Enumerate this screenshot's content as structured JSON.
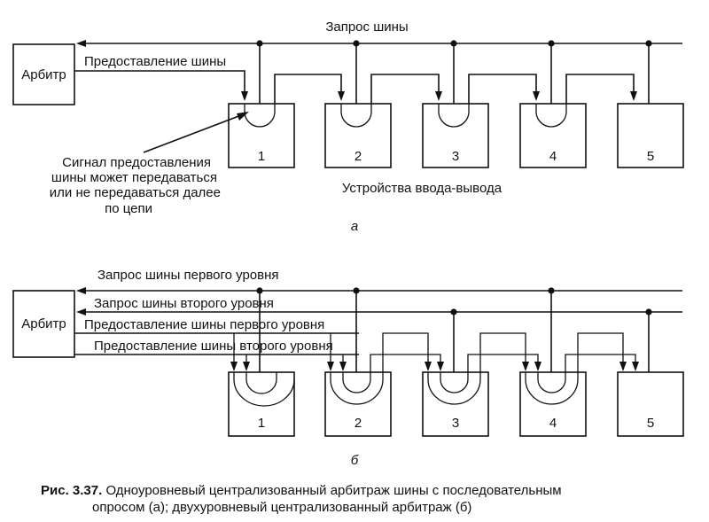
{
  "diagram_a": {
    "arbiter_label": "Арбитр",
    "bus_request_label": "Запрос шины",
    "bus_grant_label": "Предоставление шины",
    "note_lines": [
      "Сигнал предоставления",
      "шины может передаваться",
      "или не передаваться далее",
      "по цепи"
    ],
    "io_devices_label": "Устройства ввода-вывода",
    "sub_label": "а",
    "devices": [
      "1",
      "2",
      "3",
      "4",
      "5"
    ]
  },
  "diagram_b": {
    "arbiter_label": "Арбитр",
    "request_level1_label": "Запрос шины первого уровня",
    "request_level2_label": "Запрос шины второго уровня",
    "grant_level1_label": "Предоставление шины первого уровня",
    "grant_level2_label": "Предоставление шины второго уровня",
    "sub_label": "б",
    "devices": [
      "1",
      "2",
      "3",
      "4",
      "5"
    ]
  },
  "caption": {
    "figure_ref": "Рис. 3.37.",
    "line1": "Одноуровневый централизованный арбитраж шины с последовательным",
    "line2": "опросом (а); двухуровневый централизованный арбитраж (б)"
  }
}
